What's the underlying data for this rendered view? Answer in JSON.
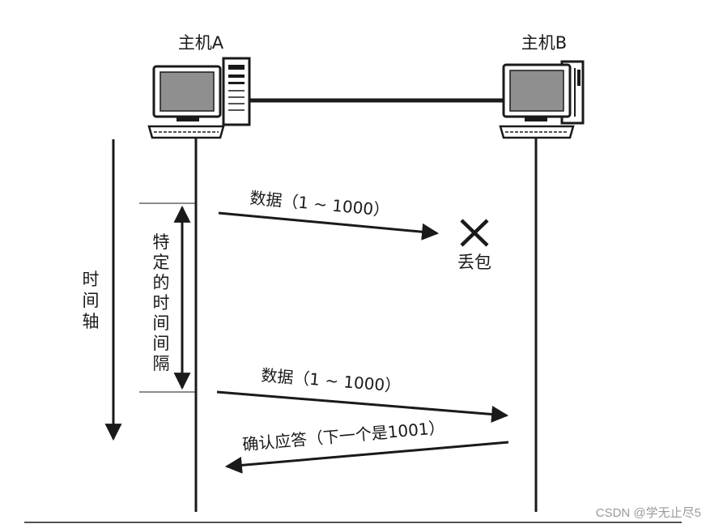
{
  "hosts": {
    "a_label": "主机A",
    "b_label": "主机B"
  },
  "messages": {
    "first_data": "数据（1 ~ 1000）",
    "lost": "丢包",
    "second_data": "数据（1 ~ 1000）",
    "ack": "确认应答（下一个是1001）"
  },
  "axis": {
    "time_axis_label": [
      "时",
      "间",
      "轴"
    ],
    "interval_label": [
      "特",
      "定",
      "的",
      "时",
      "间",
      "间",
      "隔"
    ]
  },
  "watermark": "CSDN @学无止尽5",
  "colors": {
    "ink": "#1a1a1a",
    "screen": "#8f8f8f",
    "paper": "#ffffff",
    "watermark": "#9a9a9a"
  }
}
